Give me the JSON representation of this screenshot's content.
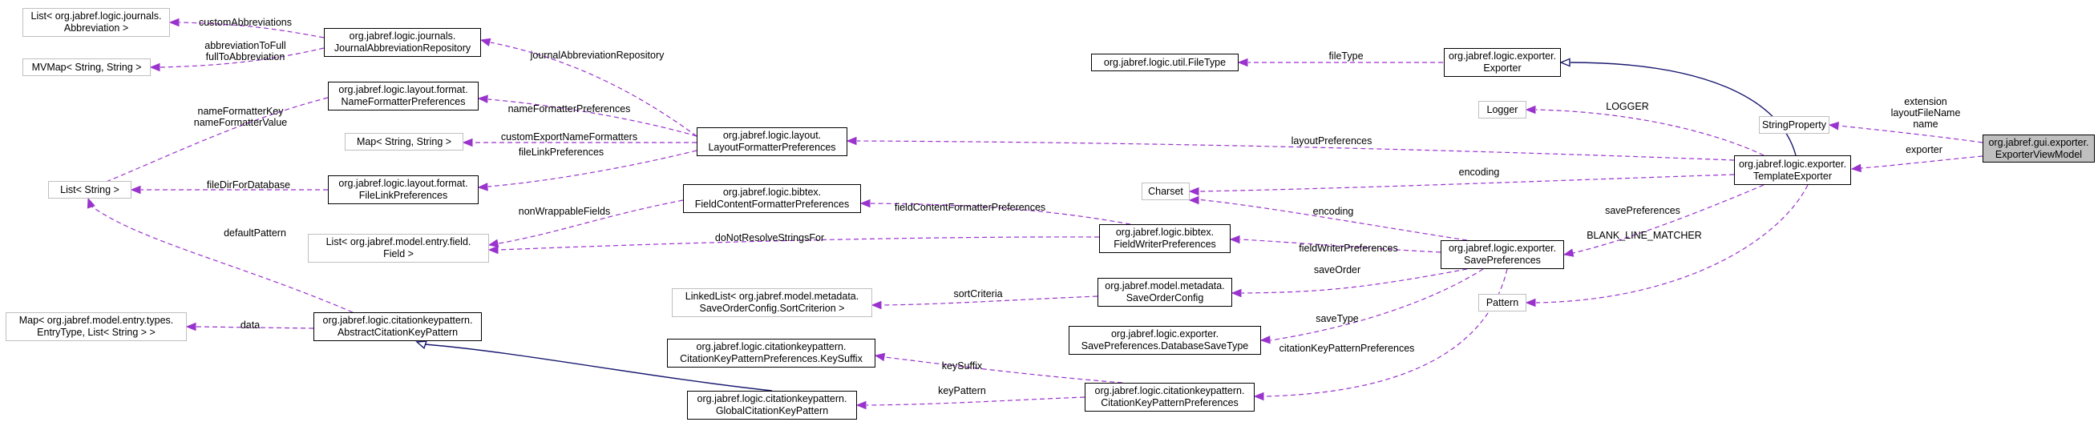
{
  "nodes": {
    "exporter_view_model": [
      "org.jabref.gui.exporter.",
      "ExporterViewModel"
    ],
    "string_property": [
      "StringProperty"
    ],
    "template_exporter": [
      "org.jabref.logic.exporter.",
      "TemplateExporter"
    ],
    "exporter": [
      "org.jabref.logic.exporter.",
      "Exporter"
    ],
    "file_type": [
      "org.jabref.logic.util.FileType"
    ],
    "logger": [
      "Logger"
    ],
    "charset": [
      "Charset"
    ],
    "pattern": [
      "Pattern"
    ],
    "save_preferences": [
      "org.jabref.logic.exporter.",
      "SavePreferences"
    ],
    "database_save_type": [
      "org.jabref.logic.exporter.",
      "SavePreferences.DatabaseSaveType"
    ],
    "layout_formatter_preferences": [
      "org.jabref.logic.layout.",
      "LayoutFormatterPreferences"
    ],
    "journal_abbreviation_repository": [
      "org.jabref.logic.journals.",
      "JournalAbbreviationRepository"
    ],
    "list_abbreviation": [
      "List< org.jabref.logic.journals.",
      "Abbreviation >"
    ],
    "mvmap": [
      "MVMap< String, String >"
    ],
    "name_formatter_preferences": [
      "org.jabref.logic.layout.format.",
      "NameFormatterPreferences"
    ],
    "map_string_string": [
      "Map< String, String >"
    ],
    "file_link_preferences": [
      "org.jabref.logic.layout.format.",
      "FileLinkPreferences"
    ],
    "list_string": [
      "List< String >"
    ],
    "field_content_formatter_preferences": [
      "org.jabref.logic.bibtex.",
      "FieldContentFormatterPreferences"
    ],
    "list_field": [
      "List< org.jabref.model.entry.field.",
      "Field >"
    ],
    "field_writer_preferences": [
      "org.jabref.logic.bibtex.",
      "FieldWriterPreferences"
    ],
    "linked_list_sort_criterion": [
      "LinkedList< org.jabref.model.metadata.",
      "SaveOrderConfig.SortCriterion >"
    ],
    "save_order_config": [
      "org.jabref.model.metadata.",
      "SaveOrderConfig"
    ],
    "map_entry_type": [
      "Map< org.jabref.model.entry.types.",
      "EntryType, List< String > >"
    ],
    "abstract_citation_key_pattern": [
      "org.jabref.logic.citationkeypattern.",
      "AbstractCitationKeyPattern"
    ],
    "key_suffix": [
      "org.jabref.logic.citationkeypattern.",
      "CitationKeyPatternPreferences.KeySuffix"
    ],
    "global_citation_key_pattern": [
      "org.jabref.logic.citationkeypattern.",
      "GlobalCitationKeyPattern"
    ],
    "citation_key_pattern_preferences": [
      "org.jabref.logic.citationkeypattern.",
      "CitationKeyPatternPreferences"
    ]
  },
  "edge_labels": {
    "extension_layout_name": [
      "extension",
      "layoutFileName",
      "name"
    ],
    "exporter": "exporter",
    "file_type": "fileType",
    "logger": "LOGGER",
    "layout_preferences": "layoutPreferences",
    "encoding_template": "encoding",
    "encoding_save": "encoding",
    "save_preferences": "savePreferences",
    "blank_line_matcher": "BLANK_LINE_MATCHER",
    "field_writer_preferences": "fieldWriterPreferences",
    "save_order": "saveOrder",
    "save_type": "saveType",
    "citation_key_pattern_preferences": "citationKeyPatternPreferences",
    "journal_abbreviation_repository": "journalAbbreviationRepository",
    "custom_abbreviations": "customAbbreviations",
    "abbreviation_maps": [
      "abbreviationToFull",
      "fullToAbbreviation"
    ],
    "name_formatter_preferences": "nameFormatterPreferences",
    "custom_export_name_formatters": "customExportNameFormatters",
    "file_link_preferences": "fileLinkPreferences",
    "name_formatter_key_value": [
      "nameFormatterKey",
      "nameFormatterValue"
    ],
    "file_dir_for_database": "fileDirForDatabase",
    "non_wrappable_fields": "nonWrappableFields",
    "field_content_formatter_preferences": "fieldContentFormatterPreferences",
    "do_not_resolve_strings_for": "doNotResolveStringsFor",
    "sort_criteria": "sortCriteria",
    "default_pattern": "defaultPattern",
    "data": "data",
    "key_suffix": "keySuffix",
    "key_pattern": "keyPattern"
  },
  "colors": {
    "dependency_edge": "#9a32cd",
    "inheritance_edge": "#191970",
    "highlighted_node_fill": "#bfbfbf",
    "external_node_border": "#bfbfbf"
  }
}
